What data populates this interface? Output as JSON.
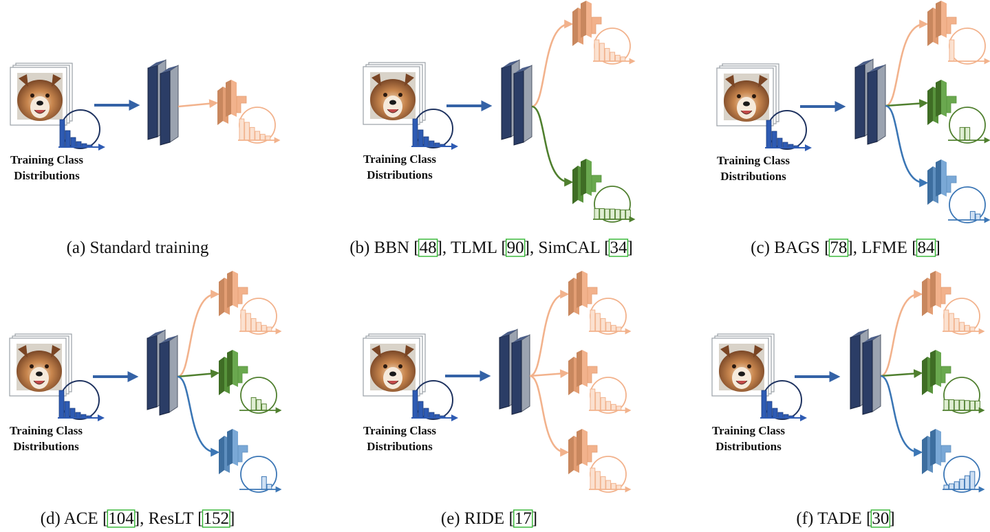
{
  "colors": {
    "backbone_front": "#2b3d66",
    "backbone_side": "#9ba3b0",
    "arrow_blue": "#3462a6",
    "orange": "#f2b28c",
    "orange_dark": "#c8875e",
    "green": "#6aa84f",
    "green_dark": "#4f7f2e",
    "light_blue": "#6d9dcc",
    "light_blue_dark": "#3d6e9f",
    "hist_blue": "#2e5bb3",
    "circle_navy": "#1f3360",
    "citation_box": "#2fb52f"
  },
  "icons": [
    "image-stack-icon",
    "backbone-network-icon",
    "expert-head-icon",
    "class-distribution-icon"
  ],
  "training_label_line1": "Training Class",
  "training_label_line2": "Distributions",
  "panels": [
    {
      "id": "a",
      "caption": [
        {
          "t": "(a) Standard training"
        }
      ],
      "experts": [
        {
          "tone": "orange",
          "dist": [
            5,
            4.2,
            3,
            2.1,
            1.4,
            1
          ]
        }
      ]
    },
    {
      "id": "b",
      "caption": [
        {
          "t": "(b) BBN "
        },
        {
          "t": "[48]",
          "ref": true
        },
        {
          "t": ", TLML "
        },
        {
          "t": "[90]",
          "ref": true
        },
        {
          "t": ", SimCAL "
        },
        {
          "t": "[34]",
          "ref": true
        }
      ],
      "experts": [
        {
          "tone": "orange",
          "dist": [
            5,
            4.2,
            3,
            2.1,
            1.4,
            1
          ]
        },
        {
          "tone": "green",
          "dist": [
            2.5,
            2.5,
            2.4,
            2.4,
            2.3,
            2.2,
            2.2
          ]
        }
      ]
    },
    {
      "id": "c",
      "caption": [
        {
          "t": "(c) BAGS "
        },
        {
          "t": "[78]",
          "ref": true
        },
        {
          "t": ", LFME "
        },
        {
          "t": "[84]",
          "ref": true
        }
      ],
      "experts": [
        {
          "tone": "orange",
          "dist": [
            5,
            0,
            0,
            0,
            0,
            0
          ]
        },
        {
          "tone": "green",
          "dist": [
            0,
            0,
            3,
            3,
            0,
            0
          ]
        },
        {
          "tone": "lightblue",
          "dist": [
            0,
            0,
            0,
            0,
            2,
            1.4
          ]
        }
      ]
    },
    {
      "id": "d",
      "caption": [
        {
          "t": "(d) ACE "
        },
        {
          "t": "[104]",
          "ref": true
        },
        {
          "t": ", ResLT "
        },
        {
          "t": "[152]",
          "ref": true
        }
      ],
      "experts": [
        {
          "tone": "orange",
          "dist": [
            5,
            4.2,
            3,
            2.1,
            1.4,
            1
          ]
        },
        {
          "tone": "green",
          "dist": [
            0,
            0,
            3,
            2.5,
            1.5,
            0
          ]
        },
        {
          "tone": "lightblue",
          "dist": [
            0,
            0,
            0,
            0,
            3,
            1.2
          ]
        }
      ]
    },
    {
      "id": "e",
      "caption": [
        {
          "t": "(e) RIDE "
        },
        {
          "t": "[17]",
          "ref": true
        }
      ],
      "experts": [
        {
          "tone": "orange",
          "dist": [
            5,
            4.2,
            3,
            2.1,
            1.4,
            1
          ]
        },
        {
          "tone": "orange",
          "dist": [
            5,
            4.2,
            3,
            2.1,
            1.4,
            1
          ]
        },
        {
          "tone": "orange",
          "dist": [
            5,
            4.2,
            3,
            2.1,
            1.4,
            1
          ]
        }
      ]
    },
    {
      "id": "f",
      "caption": [
        {
          "t": "(f) TADE "
        },
        {
          "t": "[30]",
          "ref": true
        }
      ],
      "experts": [
        {
          "tone": "orange",
          "dist": [
            5,
            4.2,
            3,
            2.1,
            1.4,
            1
          ]
        },
        {
          "tone": "green",
          "dist": [
            2.5,
            2.5,
            2.4,
            2.4,
            2.3,
            2.2,
            2.2
          ]
        },
        {
          "tone": "lightblue",
          "dist": [
            1,
            1.3,
            1.8,
            2.4,
            3.2,
            4.2
          ]
        }
      ]
    }
  ]
}
